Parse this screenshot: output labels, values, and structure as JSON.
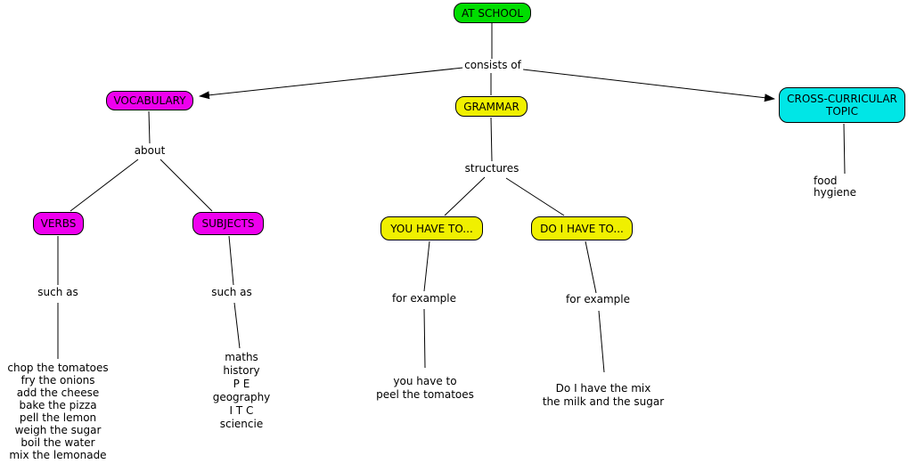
{
  "diagram": {
    "type": "concept-map",
    "root": "AT SCHOOL",
    "colors": {
      "at_school": "#00dd00",
      "vocabulary_group": "#ee00ee",
      "grammar_group": "#f0f000",
      "cross_curricular": "#00e6e6",
      "line": "#000000",
      "text": "#000000",
      "background": "#ffffff"
    },
    "nodes": {
      "at_school": {
        "label": "AT SCHOOL",
        "color": "#00dd00"
      },
      "vocabulary": {
        "label": "VOCABULARY",
        "color": "#ee00ee"
      },
      "grammar": {
        "label": "GRAMMAR",
        "color": "#f0f000"
      },
      "cross_curricular_topic": {
        "label": "CROSS-CURRICULAR TOPIC",
        "color": "#00e6e6"
      },
      "verbs": {
        "label": "VERBS",
        "color": "#ee00ee"
      },
      "subjects": {
        "label": "SUBJECTS",
        "color": "#ee00ee"
      },
      "you_have_to": {
        "label": "YOU HAVE TO...",
        "color": "#f0f000"
      },
      "do_i_have_to": {
        "label": "DO I HAVE TO...",
        "color": "#f0f000"
      }
    },
    "link_labels": {
      "consists_of": "consists of",
      "about": "about",
      "structures": "structures",
      "such_as_left": "such as",
      "such_as_right": "such as",
      "for_example_left": "for example",
      "for_example_right": "for example",
      "food_hygiene": "food  hygiene"
    },
    "leaf_texts": {
      "verb_list": "chop the tomatoes\nfry the onions\nadd the cheese\nbake the pizza\npell the lemon\nweigh the sugar\nboil the water\nmix the lemonade",
      "subject_list": "maths\nhistory\nP E\ngeography\nI T C\nsciencie",
      "you_have_to_example": "you have to\npeel the tomatoes",
      "do_i_have_to_example": "Do I have the mix\nthe milk and the sugar"
    }
  }
}
